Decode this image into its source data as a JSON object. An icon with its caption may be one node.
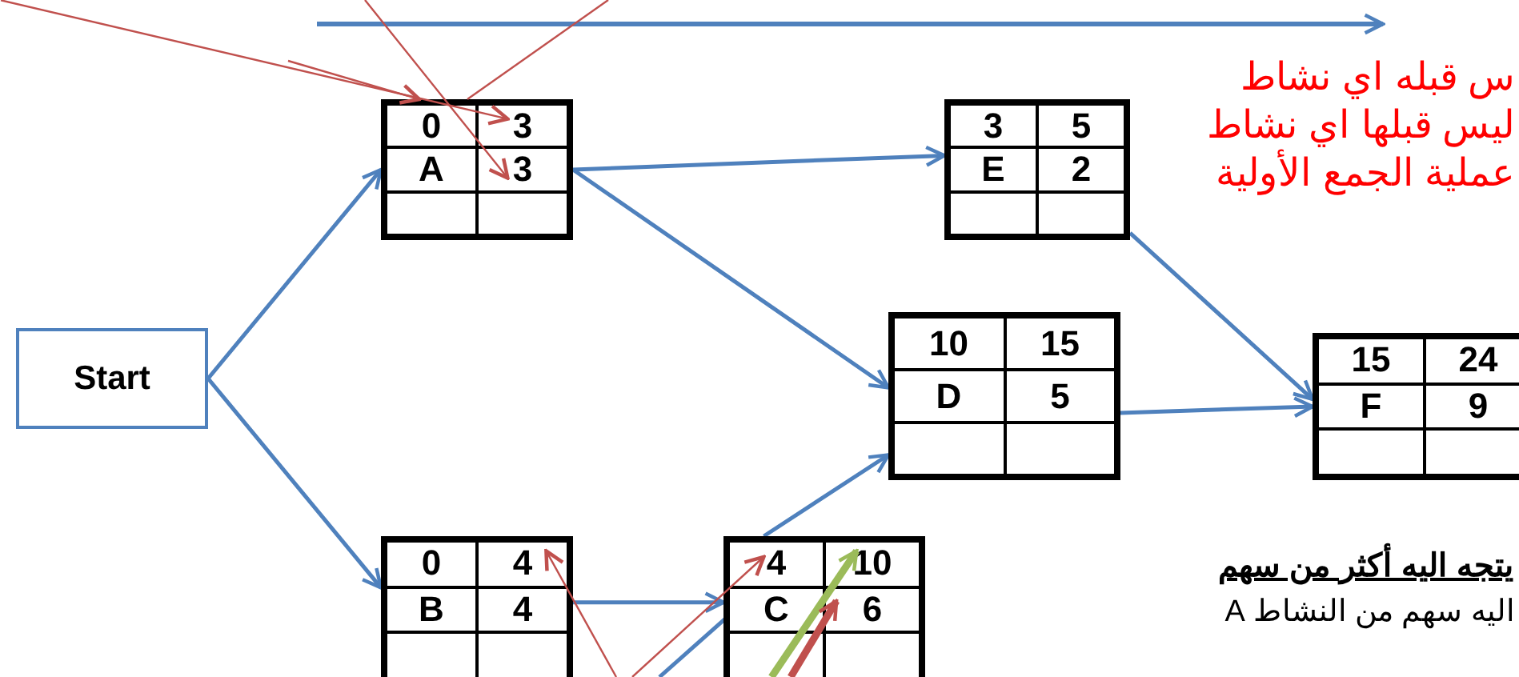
{
  "diagram": {
    "nodes": [
      {
        "text": [
          "Start"
        ]
      },
      {
        "text": [
          "0",
          "3",
          "A",
          "3"
        ]
      },
      {
        "text": [
          "3",
          "5",
          "E",
          "2"
        ]
      },
      {
        "text": [
          "10",
          "15",
          "D",
          "5"
        ]
      },
      {
        "text": [
          "15",
          "24",
          "F",
          "9"
        ]
      },
      {
        "text": [
          "0",
          "4",
          "B",
          "4"
        ]
      },
      {
        "text": [
          "4",
          "10",
          "C",
          "6"
        ]
      }
    ],
    "edges": [
      {
        "from": 0,
        "to": 1,
        "arrow": "to"
      },
      {
        "from": 0,
        "to": 5,
        "arrow": "to"
      },
      {
        "from": 1,
        "to": 2,
        "arrow": "to"
      },
      {
        "from": 1,
        "to": 3,
        "arrow": "to"
      },
      {
        "from": 2,
        "to": 4,
        "arrow": "to"
      },
      {
        "from": 3,
        "to": 4,
        "arrow": "to"
      },
      {
        "from": 5,
        "to": 6,
        "arrow": "to"
      },
      {
        "from": 6,
        "to": 3,
        "arrow": "to"
      },
      {
        "from": null,
        "to": 6,
        "arrow": "to"
      },
      {
        "from": null,
        "to": 1,
        "arrow": "to",
        "color": "#c0504d"
      },
      {
        "from": null,
        "to": 1,
        "arrow": "to",
        "color": "#c0504d"
      },
      {
        "from": null,
        "to": 1,
        "arrow": "none",
        "color": "#c0504d"
      },
      {
        "from": null,
        "to": 1,
        "arrow": "to",
        "color": "#c0504d"
      },
      {
        "from": null,
        "to": 5,
        "arrow": "to",
        "color": "#c0504d"
      },
      {
        "from": null,
        "to": 6,
        "arrow": "to",
        "color": "#c0504d"
      },
      {
        "from": null,
        "to": 6,
        "arrow": "to",
        "style": "thick",
        "color": "#9bbb59"
      },
      {
        "from": null,
        "to": 6,
        "arrow": "to",
        "style": "thick",
        "color": "#c0504d"
      }
    ],
    "labels": [
      "س قبله اي نشاط",
      "ليس قبلها اي نشاط",
      "عملية الجمع الأولية",
      "يتجه اليه أكثر من سهم",
      "اليه سهم من النشاط A"
    ]
  }
}
